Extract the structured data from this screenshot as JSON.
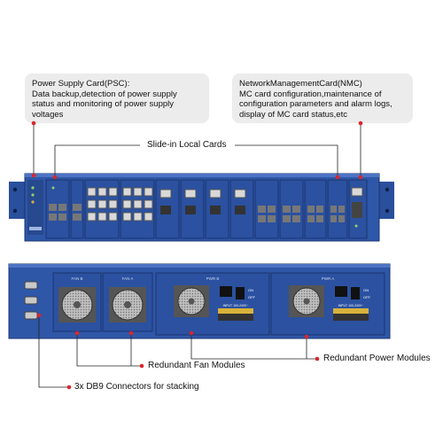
{
  "callouts": {
    "psc": {
      "title": "Power Supply Card(PSC):",
      "lines": [
        "Data backup,detection of power supply",
        "status and monitoring of power supply",
        "voltages"
      ]
    },
    "nmc": {
      "title": "NetworkManagementCard(NMC)",
      "lines": [
        "MC card configuration,maintenance of",
        "configuration parameters and alarm logs,",
        "display of MC card status,etc"
      ]
    }
  },
  "labels": {
    "slide_in": "Slide-in Local Cards",
    "fan_modules": "Redundant Fan Modules",
    "power_modules": "Redundant Power Modules",
    "db9": "3x DB9 Connectors for stacking"
  },
  "rear_panel": {
    "fan_a": "FAN B",
    "fan_b": "FAN A",
    "pwr_b": "PWR B",
    "pwr_a": "PWR A",
    "on": "ON",
    "off": "OFF",
    "input": "INPUT 100-240V~"
  },
  "colors": {
    "chassis": "#2f57a8",
    "chassis_dark": "#1f3f86",
    "callout_bg": "#ececec",
    "marker": "#d8262c",
    "line": "#222222"
  }
}
